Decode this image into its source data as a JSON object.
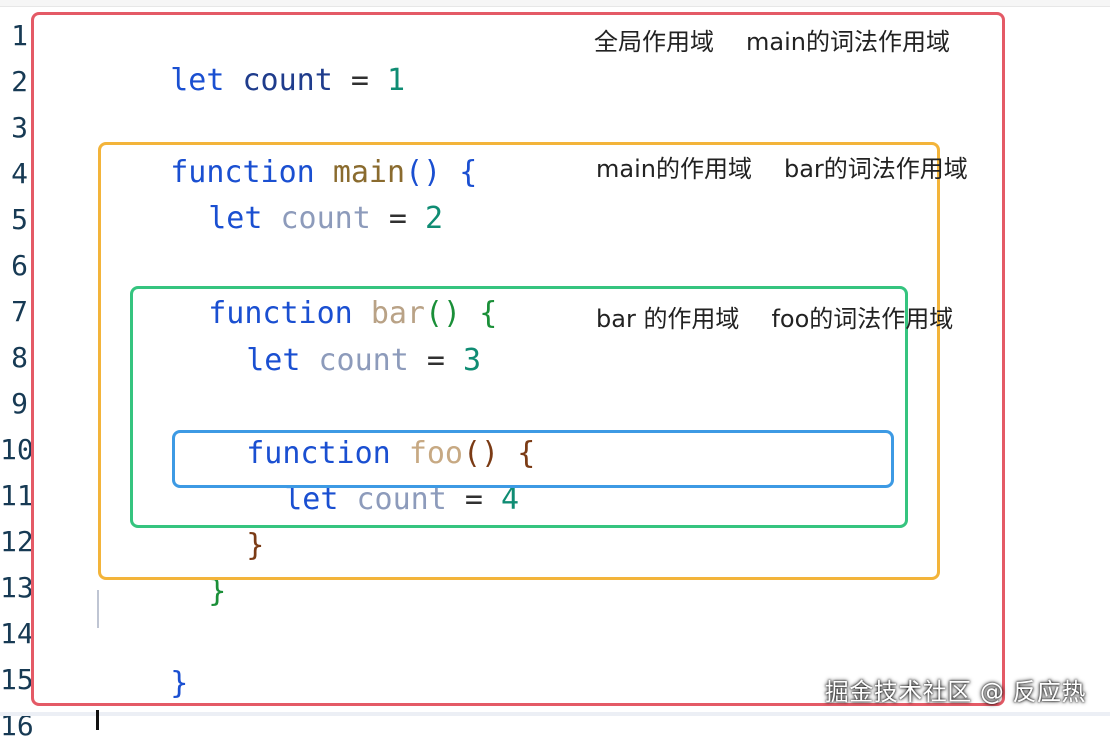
{
  "editor": {
    "line_numbers": [
      "1",
      "2",
      "3",
      "4",
      "5",
      "6",
      "7",
      "8",
      "9",
      "10",
      "11",
      "12",
      "13",
      "14",
      "15",
      "16"
    ],
    "code": {
      "l1": {
        "kw": "let",
        "var": "count",
        "op": "=",
        "num": "1"
      },
      "l3": {
        "kw": "function",
        "fn": "main",
        "paren": "()",
        "brace": "{"
      },
      "l4": {
        "kw": "let",
        "var": "count",
        "op": "=",
        "num": "2"
      },
      "l6": {
        "kw": "function",
        "fn": "bar",
        "paren": "()",
        "brace": "{"
      },
      "l7": {
        "kw": "let",
        "var": "count",
        "op": "=",
        "num": "3"
      },
      "l9": {
        "kw": "function",
        "fn": "foo",
        "paren": "()",
        "brace": "{"
      },
      "l10": {
        "kw": "let",
        "var": "count",
        "op": "=",
        "num": "4"
      },
      "l11": {
        "brace": "}"
      },
      "l12": {
        "brace": "}"
      },
      "l14": {
        "brace": "}"
      }
    }
  },
  "annotations": {
    "global": {
      "scope": "全局作用域",
      "lexical": "main的词法作用域"
    },
    "main": {
      "scope": "main的作用域",
      "lexical": "bar的词法作用域"
    },
    "bar": {
      "scope": "bar 的作用域",
      "lexical": "foo的词法作用域"
    }
  },
  "watermark": "掘金技术社区 @ 反应热",
  "colors": {
    "global_scope": "#e45a66",
    "main_scope": "#f3b43a",
    "bar_scope": "#35c47f",
    "foo_scope": "#3d9ae4"
  }
}
